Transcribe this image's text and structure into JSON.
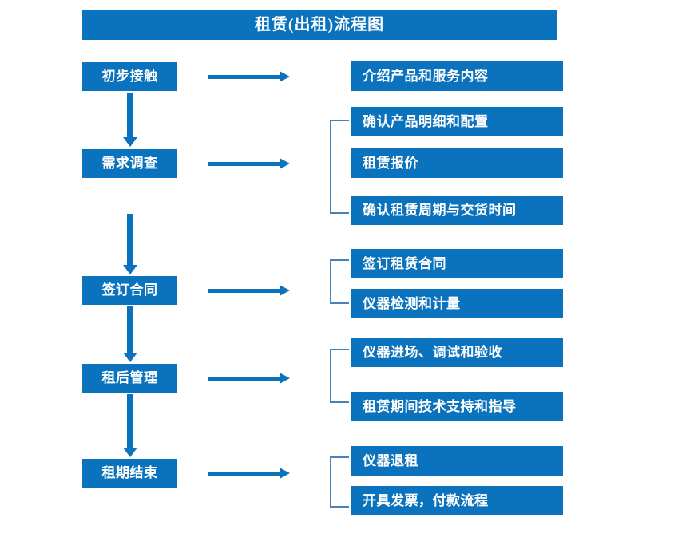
{
  "diagram": {
    "title": "租赁(出租)流程图",
    "accent_color": "#0b72bd",
    "bracket_color": "#4a80b8",
    "text_color": "#ffffff",
    "background_color": "#ffffff",
    "type": "flowchart",
    "orientation": "vertical-stages-with-right-details"
  },
  "stages": [
    {
      "id": "stage-1",
      "label": "初步接触"
    },
    {
      "id": "stage-2",
      "label": "需求调查"
    },
    {
      "id": "stage-3",
      "label": "签订合同"
    },
    {
      "id": "stage-4",
      "label": "租后管理"
    },
    {
      "id": "stage-5",
      "label": "租期结束"
    }
  ],
  "details": [
    {
      "id": "detail-1",
      "label": "介绍产品和服务内容",
      "group": 1
    },
    {
      "id": "detail-2",
      "label": "确认产品明细和配置",
      "group": 2
    },
    {
      "id": "detail-3",
      "label": "租赁报价",
      "group": 2
    },
    {
      "id": "detail-4",
      "label": "确认租赁周期与交货时间",
      "group": 2
    },
    {
      "id": "detail-5",
      "label": "签订租赁合同",
      "group": 3
    },
    {
      "id": "detail-6",
      "label": "仪器检测和计量",
      "group": 3
    },
    {
      "id": "detail-7",
      "label": "仪器进场、调试和验收",
      "group": 4
    },
    {
      "id": "detail-8",
      "label": "租赁期间技术支持和指导",
      "group": 4
    },
    {
      "id": "detail-9",
      "label": "仪器退租",
      "group": 5
    },
    {
      "id": "detail-10",
      "label": "开具发票，付款流程",
      "group": 5
    }
  ],
  "connectors": {
    "horizontal_arrow_count": 5,
    "vertical_arrow_count": 4,
    "bracket_count": 4
  }
}
